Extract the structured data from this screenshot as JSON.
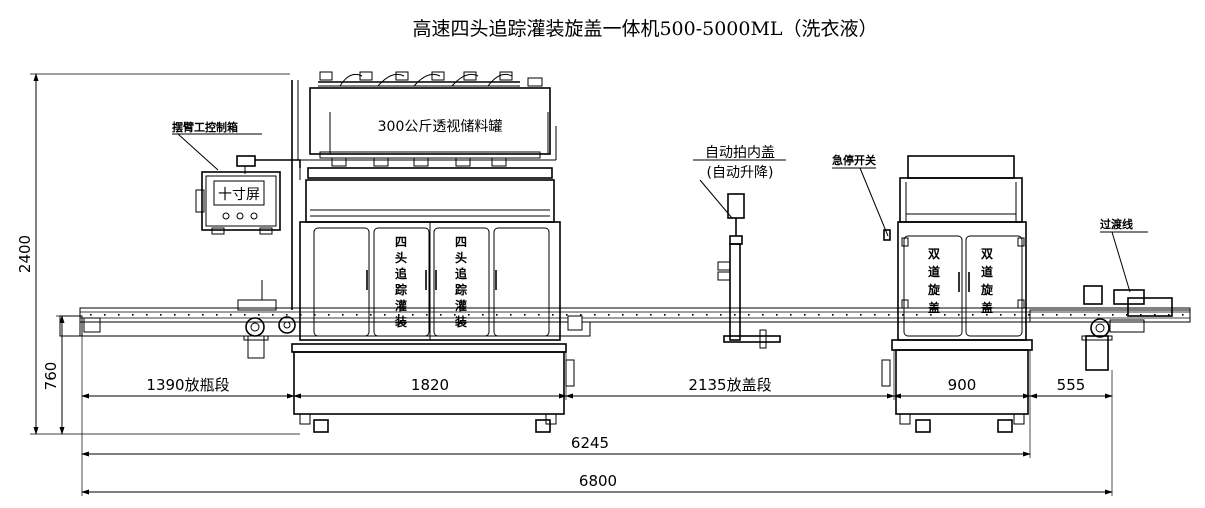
{
  "title": "高速四头追踪灌装旋盖一体机500-5000ML（洗衣液）",
  "labels": {
    "control_box": "摆臂工控制箱",
    "screen": "十寸屏",
    "tank": "300公斤透视储料罐",
    "auto_cap_line1": "自动拍内盖",
    "auto_cap_line2": "(自动升降)",
    "estop": "急停开关",
    "transition": "过渡线"
  },
  "panels": {
    "filling_left": [
      "四",
      "头",
      "追",
      "踪",
      "灌",
      "装"
    ],
    "filling_right": [
      "四",
      "头",
      "追",
      "踪",
      "灌",
      "装"
    ],
    "capping_left": [
      "双",
      "道",
      "旋",
      "盖"
    ],
    "capping_right": [
      "双",
      "道",
      "旋",
      "盖"
    ]
  },
  "dimensions": {
    "overall_height": "2400",
    "table_height": "760",
    "seg_bottle": "1390放瓶段",
    "seg_filling": "1820",
    "seg_cap": "2135放盖段",
    "seg_capping": "900",
    "seg_transition": "555",
    "total_6245": "6245",
    "total_6800": "6800"
  }
}
